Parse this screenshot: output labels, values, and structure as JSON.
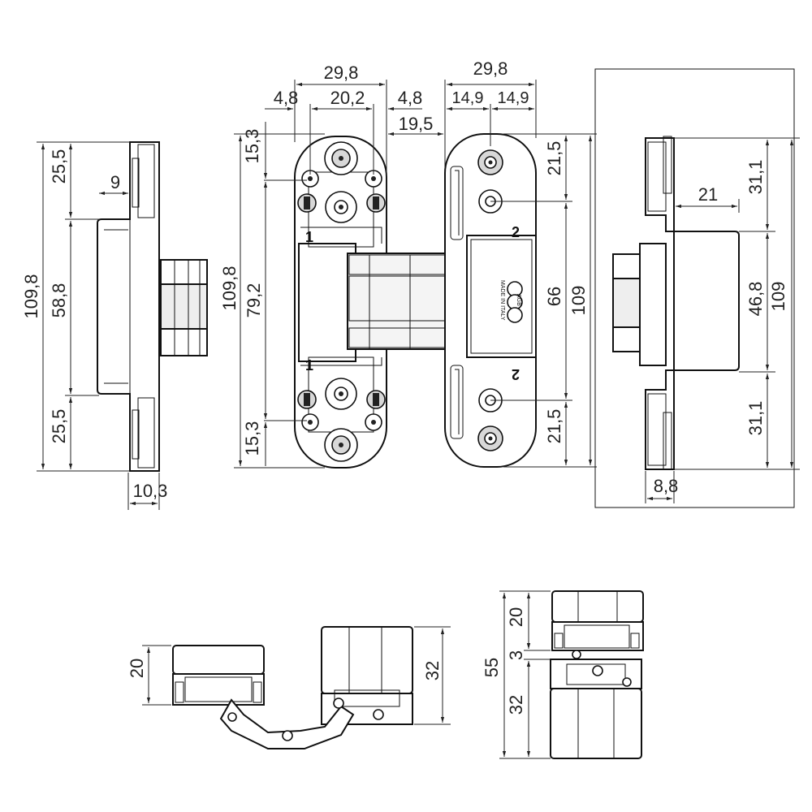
{
  "dimensions": {
    "left_view": {
      "top": "25,5",
      "depth": "9",
      "height": "109,8",
      "middle": "58,8",
      "bottom": "25,5",
      "width": "10,3"
    },
    "front_left": {
      "overall_width": "29,8",
      "left_offset": "4,8",
      "inner": "20,2",
      "right_offset": "4,8",
      "gap": "19,5",
      "top": "15,3",
      "height": "109,8",
      "screw_span": "79,2",
      "bottom": "15,3"
    },
    "front_right": {
      "overall_width": "29,8",
      "half_left": "14,9",
      "half_right": "14,9",
      "top": "21,5",
      "middle": "66",
      "height": "109",
      "bottom": "21,5"
    },
    "right_view": {
      "top": "31,1",
      "depth": "21",
      "middle": "46,8",
      "height": "109",
      "bottom": "31,1",
      "width": "8,8"
    },
    "bottom_left": {
      "height_left": "20",
      "height_right": "32"
    },
    "bottom_right": {
      "total": "55",
      "top": "20",
      "gap": "3",
      "bottom": "32"
    }
  },
  "labels": {
    "part_1_top": "1",
    "part_1_bottom": "1",
    "part_2_top": "2",
    "part_2_bottom": "2",
    "brand": "AGB",
    "made_in": "MADE IN ITALY"
  }
}
